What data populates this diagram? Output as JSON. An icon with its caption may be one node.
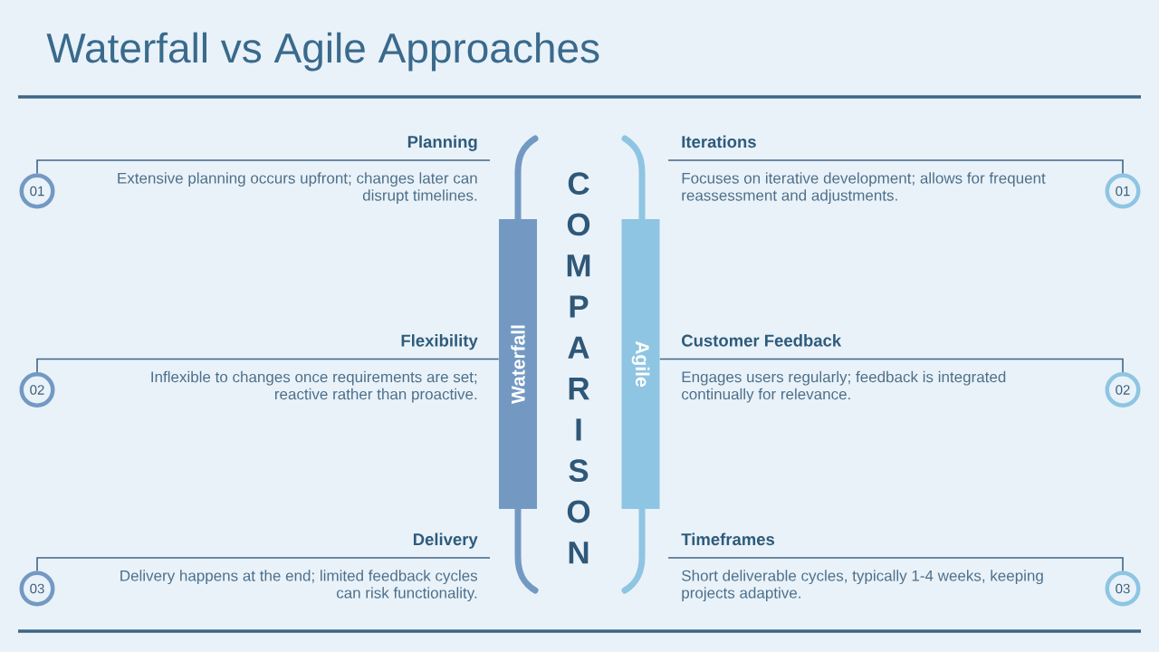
{
  "diagram": {
    "title": "Waterfall vs Agile Approaches",
    "nodes": [
      {
        "text": [
          "01"
        ]
      },
      {
        "text": [
          "01"
        ]
      },
      {
        "text": [
          "Waterfall"
        ]
      },
      {
        "text": [
          "Agile"
        ]
      },
      {
        "text": [
          "02"
        ]
      },
      {
        "text": [
          "02"
        ]
      },
      {
        "text": [
          "03"
        ]
      },
      {
        "text": [
          "03"
        ]
      }
    ],
    "edges": [
      {
        "from": 0,
        "to": null,
        "arrow": "none"
      },
      {
        "from": 1,
        "to": null,
        "arrow": "none"
      },
      {
        "from": 4,
        "to": 2,
        "arrow": "none"
      },
      {
        "from": 5,
        "to": 3,
        "arrow": "none"
      },
      {
        "from": 6,
        "to": null,
        "arrow": "none"
      },
      {
        "from": 7,
        "to": null,
        "arrow": "none"
      }
    ],
    "labels": [
      "Planning",
      "Extensive planning occurs upfront; changes later can disrupt timelines.",
      "COMPARISON",
      "Iterations",
      "Focuses on iterative development; allows for frequent reassessment and adjustments.",
      "Flexibility",
      "Inflexible to changes once requirements are set; reactive rather than proactive.",
      "Customer Feedback",
      "Engages users regularly; feedback is integrated continually for relevance.",
      "Delivery",
      "Delivery happens at the end; limited feedback cycles can risk functionality.",
      "Timeframes",
      "Short deliverable cycles, typically 1-4 weeks, keeping projects adaptive."
    ]
  }
}
